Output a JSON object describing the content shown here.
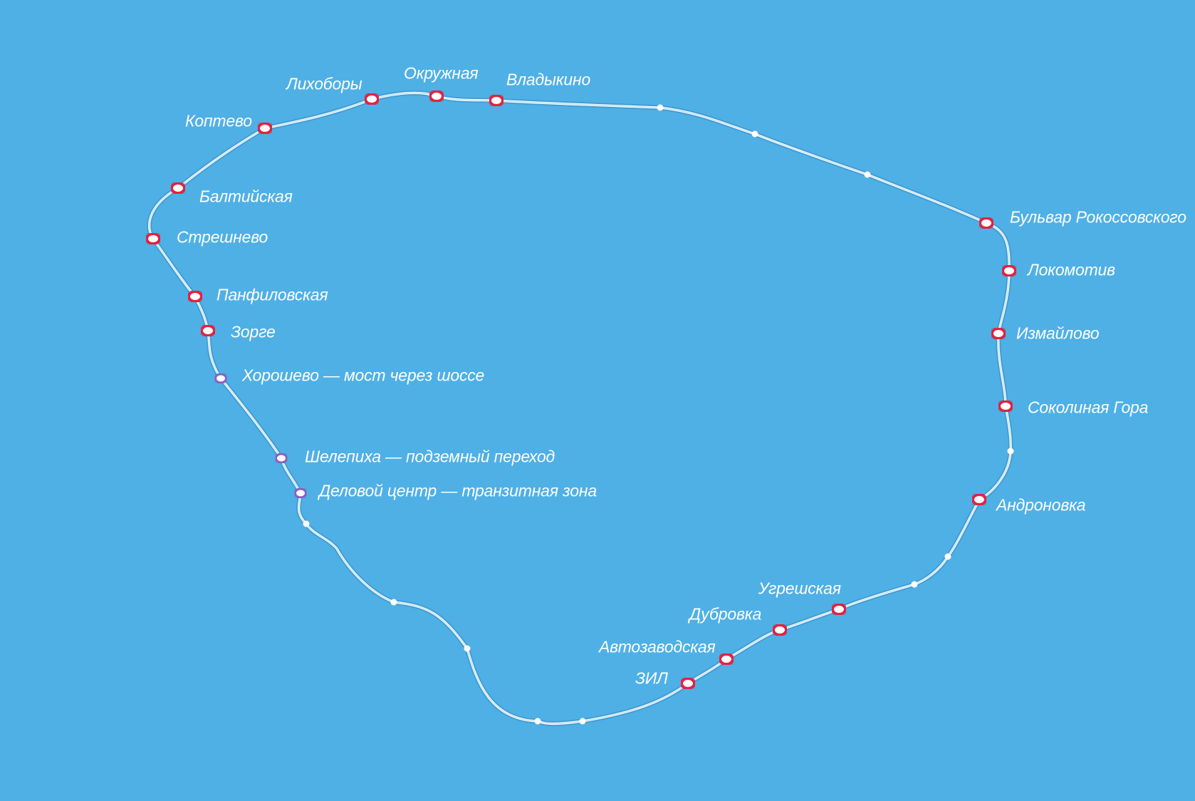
{
  "map": {
    "colors": {
      "background": "#4fb0e6",
      "line": "#ffffff",
      "station_ring": "#e3203f",
      "transfer_ring": "#8a5fc4",
      "label": "#ffffff"
    },
    "stations": [
      {
        "id": "likhobory",
        "name": "Лихоборы",
        "type": "station"
      },
      {
        "id": "okruzhnaya",
        "name": "Окружная",
        "type": "station"
      },
      {
        "id": "vladykino",
        "name": "Владыкино",
        "type": "station"
      },
      {
        "id": "koptevo",
        "name": "Коптево",
        "type": "station"
      },
      {
        "id": "baltiyskaya",
        "name": "Балтийская",
        "type": "station"
      },
      {
        "id": "streshnevo",
        "name": "Стрешнево",
        "type": "station"
      },
      {
        "id": "panfilovskaya",
        "name": "Панфиловская",
        "type": "station"
      },
      {
        "id": "zorge",
        "name": "Зорге",
        "type": "station"
      },
      {
        "id": "khoroshevo",
        "name": "Хорошево — мост через шоссе",
        "type": "transfer"
      },
      {
        "id": "shelepikha",
        "name": "Шелепиха — подземный переход",
        "type": "transfer"
      },
      {
        "id": "delovoy-tsentr",
        "name": "Деловой центр — транзитная зона",
        "type": "transfer"
      },
      {
        "id": "bulvar-rokossovskogo",
        "name": "Бульвар Рокоссовского",
        "type": "station"
      },
      {
        "id": "lokomotiv",
        "name": "Локомотив",
        "type": "station"
      },
      {
        "id": "izmaylovo",
        "name": "Измайлово",
        "type": "station"
      },
      {
        "id": "sokolinaya-gora",
        "name": "Соколиная Гора",
        "type": "station"
      },
      {
        "id": "andronovka",
        "name": "Андроновка",
        "type": "station"
      },
      {
        "id": "ugreshskaya",
        "name": "Угрешская",
        "type": "station"
      },
      {
        "id": "dubrovka",
        "name": "Дубровка",
        "type": "station"
      },
      {
        "id": "avtozavodskaya",
        "name": "Автозаводская",
        "type": "station"
      },
      {
        "id": "zil",
        "name": "ЗИЛ",
        "type": "station"
      }
    ]
  }
}
